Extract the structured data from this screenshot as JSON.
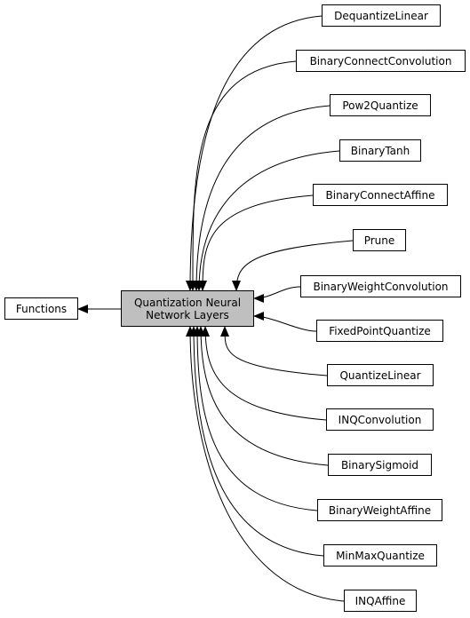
{
  "diagram": {
    "colors": {
      "edge": "#000000",
      "node_border": "#000000",
      "node_fill": "#ffffff",
      "center_fill": "#bfbfbf"
    },
    "parent": {
      "label": "Functions"
    },
    "center": {
      "label": "Quantization Neural Network Layers"
    },
    "children": [
      {
        "label": "DequantizeLinear"
      },
      {
        "label": "BinaryConnectConvolution"
      },
      {
        "label": "Pow2Quantize"
      },
      {
        "label": "BinaryTanh"
      },
      {
        "label": "BinaryConnectAffine"
      },
      {
        "label": "Prune"
      },
      {
        "label": "BinaryWeightConvolution"
      },
      {
        "label": "FixedPointQuantize"
      },
      {
        "label": "QuantizeLinear"
      },
      {
        "label": "INQConvolution"
      },
      {
        "label": "BinarySigmoid"
      },
      {
        "label": "BinaryWeightAffine"
      },
      {
        "label": "MinMaxQuantize"
      },
      {
        "label": "INQAffine"
      }
    ]
  }
}
